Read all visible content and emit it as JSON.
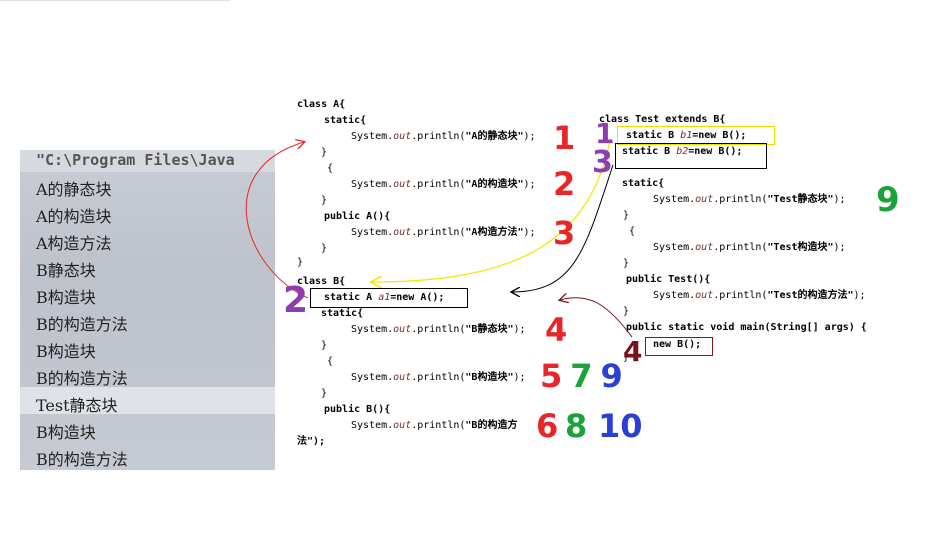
{
  "console": {
    "command": "\"C:\\Program Files\\Java",
    "lines": [
      "A的静态块",
      "A的构造块",
      "A构造方法",
      "B静态块",
      "B构造块",
      "B的构造方法",
      "B构造块",
      "B的构造方法",
      "Test静态块",
      "B构造块",
      "B的构造方法"
    ]
  },
  "classA": {
    "l1": "class A{",
    "l2": "static{",
    "l3a": "System.",
    "l3b": "out",
    "l3c": ".println(",
    "l3d": "\"A的静态块\"",
    "l3e": ");",
    "l4": "}",
    "l5": "{",
    "l6a": "System.",
    "l6b": "out",
    "l6c": ".println(",
    "l6d": "\"A的构造块\"",
    "l6e": ");",
    "l7": "}",
    "l8": "public A(){",
    "l9a": "System.",
    "l9b": "out",
    "l9c": ".println(",
    "l9d": "\"A构造方法\"",
    "l9e": ");",
    "l10": "}",
    "l11": "}"
  },
  "classB": {
    "l1": "class B{",
    "l2a": "static A ",
    "l2b": "a1",
    "l2c": "=new A();",
    "l3": "static{",
    "l4a": "System.",
    "l4b": "out",
    "l4c": ".println(",
    "l4d": "\"B静态块\"",
    "l4e": ");",
    "l5": "}",
    "l6": "{",
    "l7a": "System.",
    "l7b": "out",
    "l7c": ".println(",
    "l7d": "\"B构造块\"",
    "l7e": ");",
    "l8": "}",
    "l9": "public B(){",
    "l10a": "System.",
    "l10b": "out",
    "l10c": ".println(",
    "l10d": "\"B的构造方",
    "l11": "法\");"
  },
  "classTest": {
    "l1": "class Test extends B{",
    "l2a": "static B ",
    "l2b": "b1",
    "l2c": "=new B();",
    "l3a": "static B ",
    "l3b": "b2",
    "l3c": "=new B();",
    "l4": "static{",
    "l5a": "System.",
    "l5b": "out",
    "l5c": ".println(",
    "l5d": "\"Test静态块\"",
    "l5e": ");",
    "l6": "}",
    "l7": "{",
    "l8a": "System.",
    "l8b": "out",
    "l8c": ".println(",
    "l8d": "\"Test构造块\"",
    "l8e": ");",
    "l9": "}",
    "l10": "public Test(){",
    "l11a": "System.",
    "l11b": "out",
    "l11c": ".println(",
    "l11d": "\"Test的构造方法\"",
    "l11e": ");",
    "l12": "}",
    "l13": "public static void main(String[] args) {",
    "l14": "new B();",
    "l15": "}"
  },
  "annotations": {
    "a1": "1",
    "a2": "2",
    "a3": "3",
    "a4": "4",
    "a5": "5 7 9",
    "a6a": "6",
    "a6b": "8",
    "a6c": "10",
    "p1": "1",
    "p2": "2",
    "p3": "3",
    "g9": "9",
    "m4": "4"
  },
  "colors": {
    "red": "#e8262a",
    "purple": "#8e3db0",
    "green": "#1aa33a",
    "blue": "#2a3fd6",
    "darkred": "#7a1018",
    "yellow": "#f0e800"
  }
}
